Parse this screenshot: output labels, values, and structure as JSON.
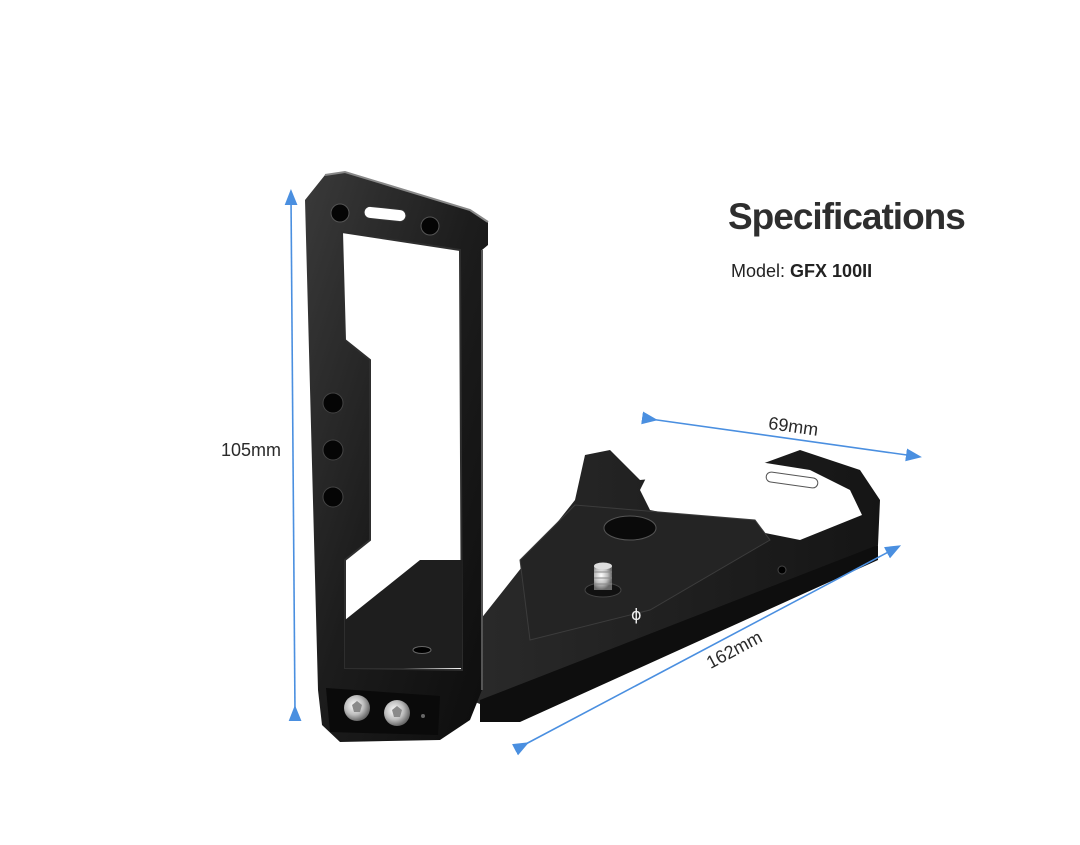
{
  "specifications": {
    "title": "Specifications",
    "model_label": "Model:",
    "model_value": "GFX 100II"
  },
  "dimensions": {
    "height": "105mm",
    "width": "69mm",
    "length": "162mm"
  },
  "colors": {
    "arrow": "#4a8fe0",
    "bracket": "#1a1a1a",
    "title_text": "#2e2e2e"
  },
  "product": {
    "name": "L-bracket camera cage",
    "icon": "l-bracket-image"
  }
}
